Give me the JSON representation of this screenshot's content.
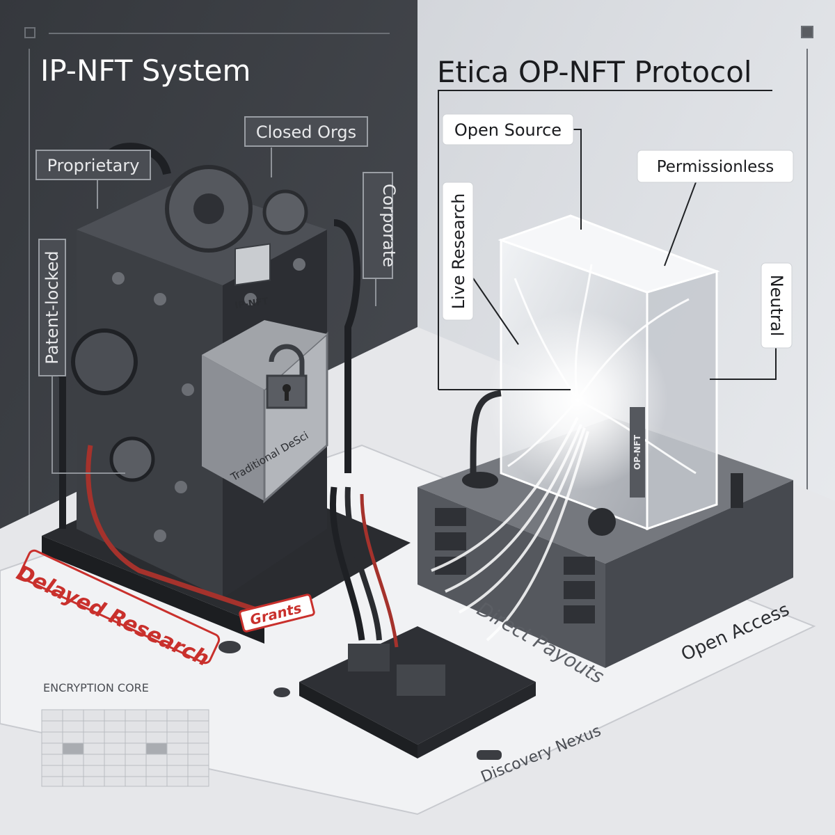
{
  "left_panel": {
    "title": "IP-NFT System",
    "labels": {
      "closed_orgs": "Closed Orgs",
      "proprietary": "Proprietary",
      "corporate": "Corporate",
      "patent_locked": "Patent-locked",
      "ip_nft_tag": "IP-NFT",
      "vault_label": "Traditional DeSci",
      "delayed_research": "Delayed Research",
      "grants": "Grants",
      "encryption_core": "ENCRYPTION CORE"
    }
  },
  "right_panel": {
    "title": "Etica OP-NFT Protocol",
    "labels": {
      "open_source": "Open Source",
      "permissionless": "Permissionless",
      "live_research": "Live Research",
      "neutral": "Neutral",
      "op_nft_tag": "OP-NFT",
      "direct_payouts": "Direct Payouts",
      "open_access": "Open Access",
      "discovery_nexus": "Discovery Nexus"
    }
  },
  "colors": {
    "left_bg": "#3f4248",
    "right_bg": "#dfe1e5",
    "floor": "#ebecef",
    "machine_dark": "#2b2d31",
    "machine_mid": "#55585e",
    "accent_red": "#c9302c",
    "crystal_glow": "#ffffff"
  }
}
